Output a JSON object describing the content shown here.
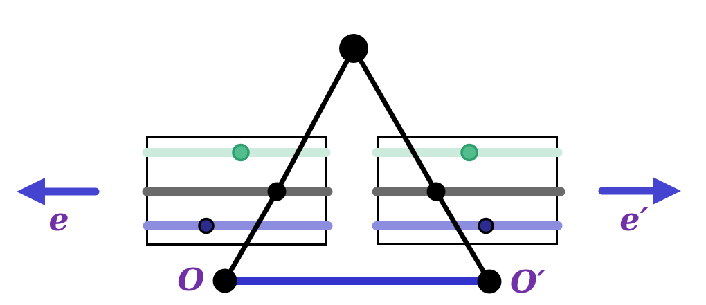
{
  "diagram": {
    "description": "Two-sheet covering diagram: apex node joined to branch nodes inside two track boxes, base nodes O and O-prime joined by a blue segment, with outward blue arrows e and e-prime",
    "labels": {
      "left_arrow": "e",
      "right_arrow": "e′",
      "left_origin": "O",
      "right_origin": "O′"
    },
    "colors": {
      "background": "#ffffff",
      "black": "#000000",
      "box_fill": "#ffffff",
      "box_stroke": "#000000",
      "arrow_blue": "#4444d0",
      "base_segment_blue": "#3232cc",
      "label_purple": "#7130a6",
      "track_green": "#cdebdc",
      "track_gray": "#6a6a6a",
      "track_violet": "#8d8de0",
      "marker_green_fill": "#53bd8e",
      "marker_green_stroke": "#2f9f6f",
      "marker_navy_fill": "#2b2b90",
      "marker_navy_stroke": "#000000"
    }
  }
}
